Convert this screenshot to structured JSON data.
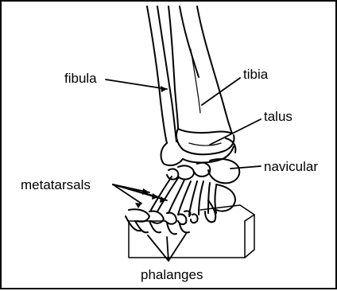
{
  "labels": {
    "fibula": "fibula",
    "tibia": "tibia",
    "talus": "talus",
    "navicular": "navicular",
    "metatarsals": "metatarsals",
    "phalanges": "phalanges"
  },
  "colors": {
    "line": "#000000",
    "background": "#ffffff"
  }
}
